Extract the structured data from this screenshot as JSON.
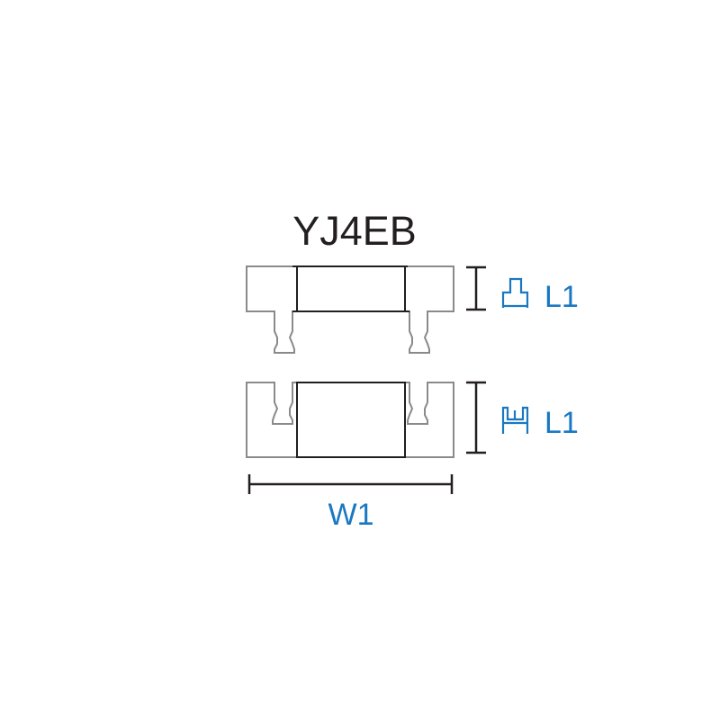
{
  "title": "YJ4EB",
  "views": [
    {
      "name": "top-view",
      "icon": "plug-protruding-icon",
      "label": "L1"
    },
    {
      "name": "bottom-view",
      "icon": "socket-recessed-icon",
      "label": "L1"
    }
  ],
  "width_label": "W1",
  "colors": {
    "label": "#1a78c2",
    "line": "#231f20",
    "outline": "#8a8a8a"
  }
}
